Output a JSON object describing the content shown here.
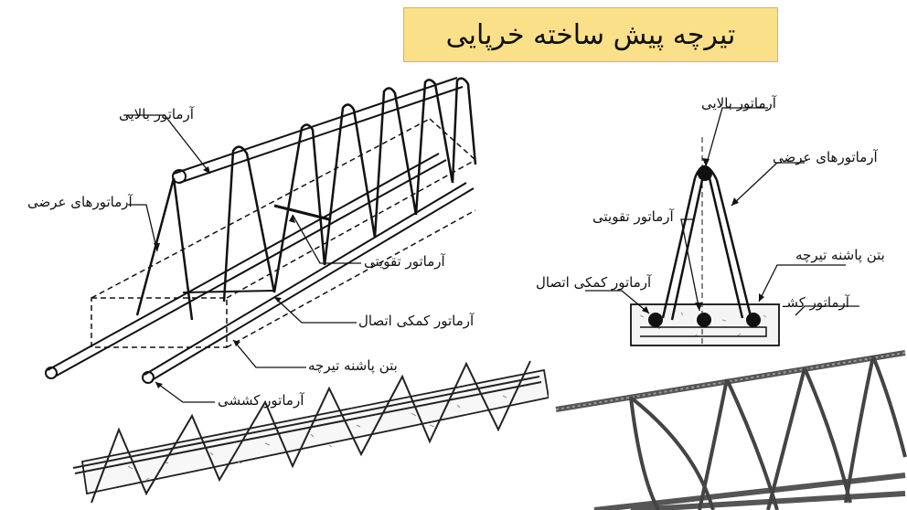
{
  "title": "تیرچه پیش ساخته خرپایی",
  "left_diagram": {
    "top_rebar": "آرماتور بالایی",
    "cross_rebars": "آرماتورهای عرضی",
    "reinforcing_rebar": "آرماتور تقویتی",
    "auxiliary_rebar": "آرماتور کمکی اتصال",
    "joist_heel_concrete": "بتن پاشنه تیرچه",
    "tension_rebar": "آرماتور کششی"
  },
  "section_diagram": {
    "top_rebar": "آرماتور بالایی",
    "cross_rebars": "آرماتورهای عرضی",
    "reinforcing_rebar": "آرماتور تقویتی",
    "joist_heel_concrete": "بتن پاشنه تیرچه",
    "auxiliary_rebar": "آرماتور کمکی اتصال",
    "tension_rebar": "آرماتور کشـ"
  }
}
